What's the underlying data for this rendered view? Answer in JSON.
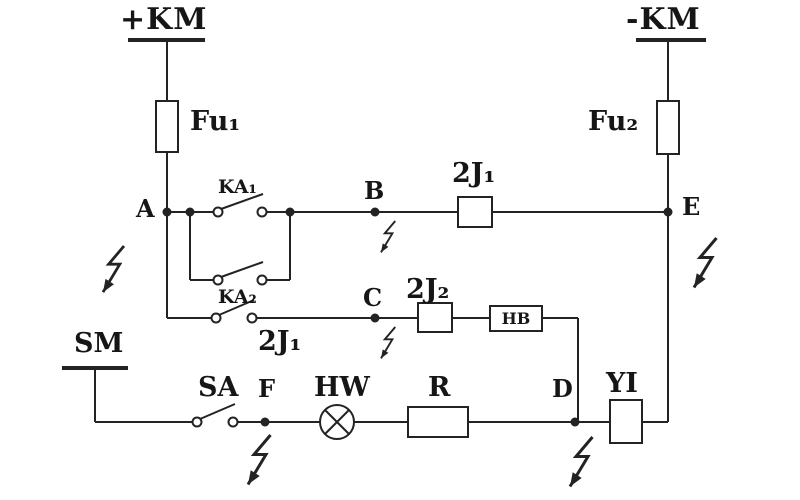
{
  "diagram": {
    "power_rails": {
      "positive": "+KM",
      "negative": "-KM"
    },
    "components": {
      "fuse1": "Fu₁",
      "fuse2": "Fu₂",
      "contact_ka1": "KA₁",
      "contact_ka2": "KA₂",
      "relay_coil_2j1": "2J₁",
      "contact_2j1": "2J₁",
      "relay_coil_2j2": "2J₂",
      "device_hb": "HB",
      "source_sm": "SM",
      "switch_sa": "SA",
      "lamp_hw": "HW",
      "resistor_r": "R",
      "device_yi": "YI"
    },
    "nodes": {
      "a": "A",
      "b": "B",
      "c": "C",
      "d": "D",
      "e": "E",
      "f": "F"
    }
  }
}
